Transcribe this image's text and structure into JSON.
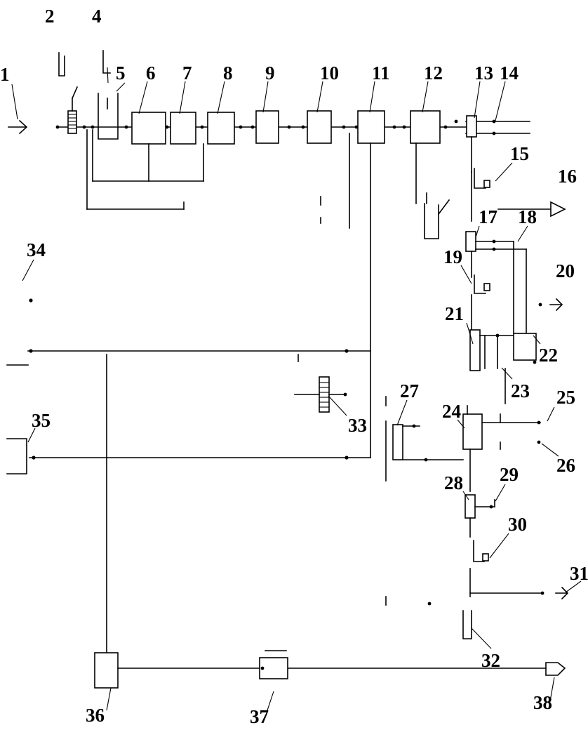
{
  "labels": [
    "1",
    "2",
    "4",
    "5",
    "6",
    "7",
    "8",
    "9",
    "10",
    "11",
    "12",
    "13",
    "14",
    "15",
    "16",
    "17",
    "18",
    "19",
    "20",
    "21",
    "22",
    "23",
    "24",
    "25",
    "26",
    "27",
    "28",
    "29",
    "30",
    "31",
    "32",
    "33",
    "34",
    "35",
    "36",
    "37",
    "38"
  ]
}
